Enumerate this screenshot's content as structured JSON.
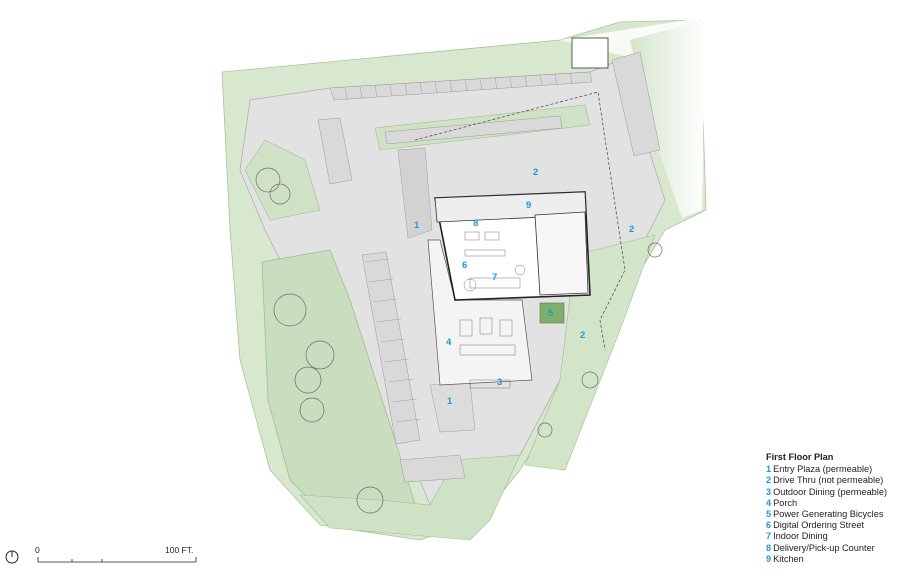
{
  "legend": {
    "title": "First Floor Plan",
    "items": [
      {
        "num": "1",
        "label": "Entry Plaza (permeable)"
      },
      {
        "num": "2",
        "label": "Drive Thru (not permeable)"
      },
      {
        "num": "3",
        "label": "Outdoor Dining (permeable)"
      },
      {
        "num": "4",
        "label": "Porch"
      },
      {
        "num": "5",
        "label": "Power Generating Bicycles"
      },
      {
        "num": "6",
        "label": "Digital Ordering Street"
      },
      {
        "num": "7",
        "label": "Indoor Dining"
      },
      {
        "num": "8",
        "label": "Delivery/Pick-up Counter"
      },
      {
        "num": "9",
        "label": "Kitchen"
      }
    ]
  },
  "scale_bar": {
    "start": "0",
    "end": "100 FT."
  },
  "plan_markers": [
    "1",
    "1",
    "2",
    "2",
    "2",
    "3",
    "4",
    "5",
    "6",
    "7",
    "8",
    "9"
  ],
  "colors": {
    "green": "#cfe1c6",
    "paving": "#e3e3e3",
    "accent": "#1f9ad6",
    "line": "#7a7a7a"
  }
}
